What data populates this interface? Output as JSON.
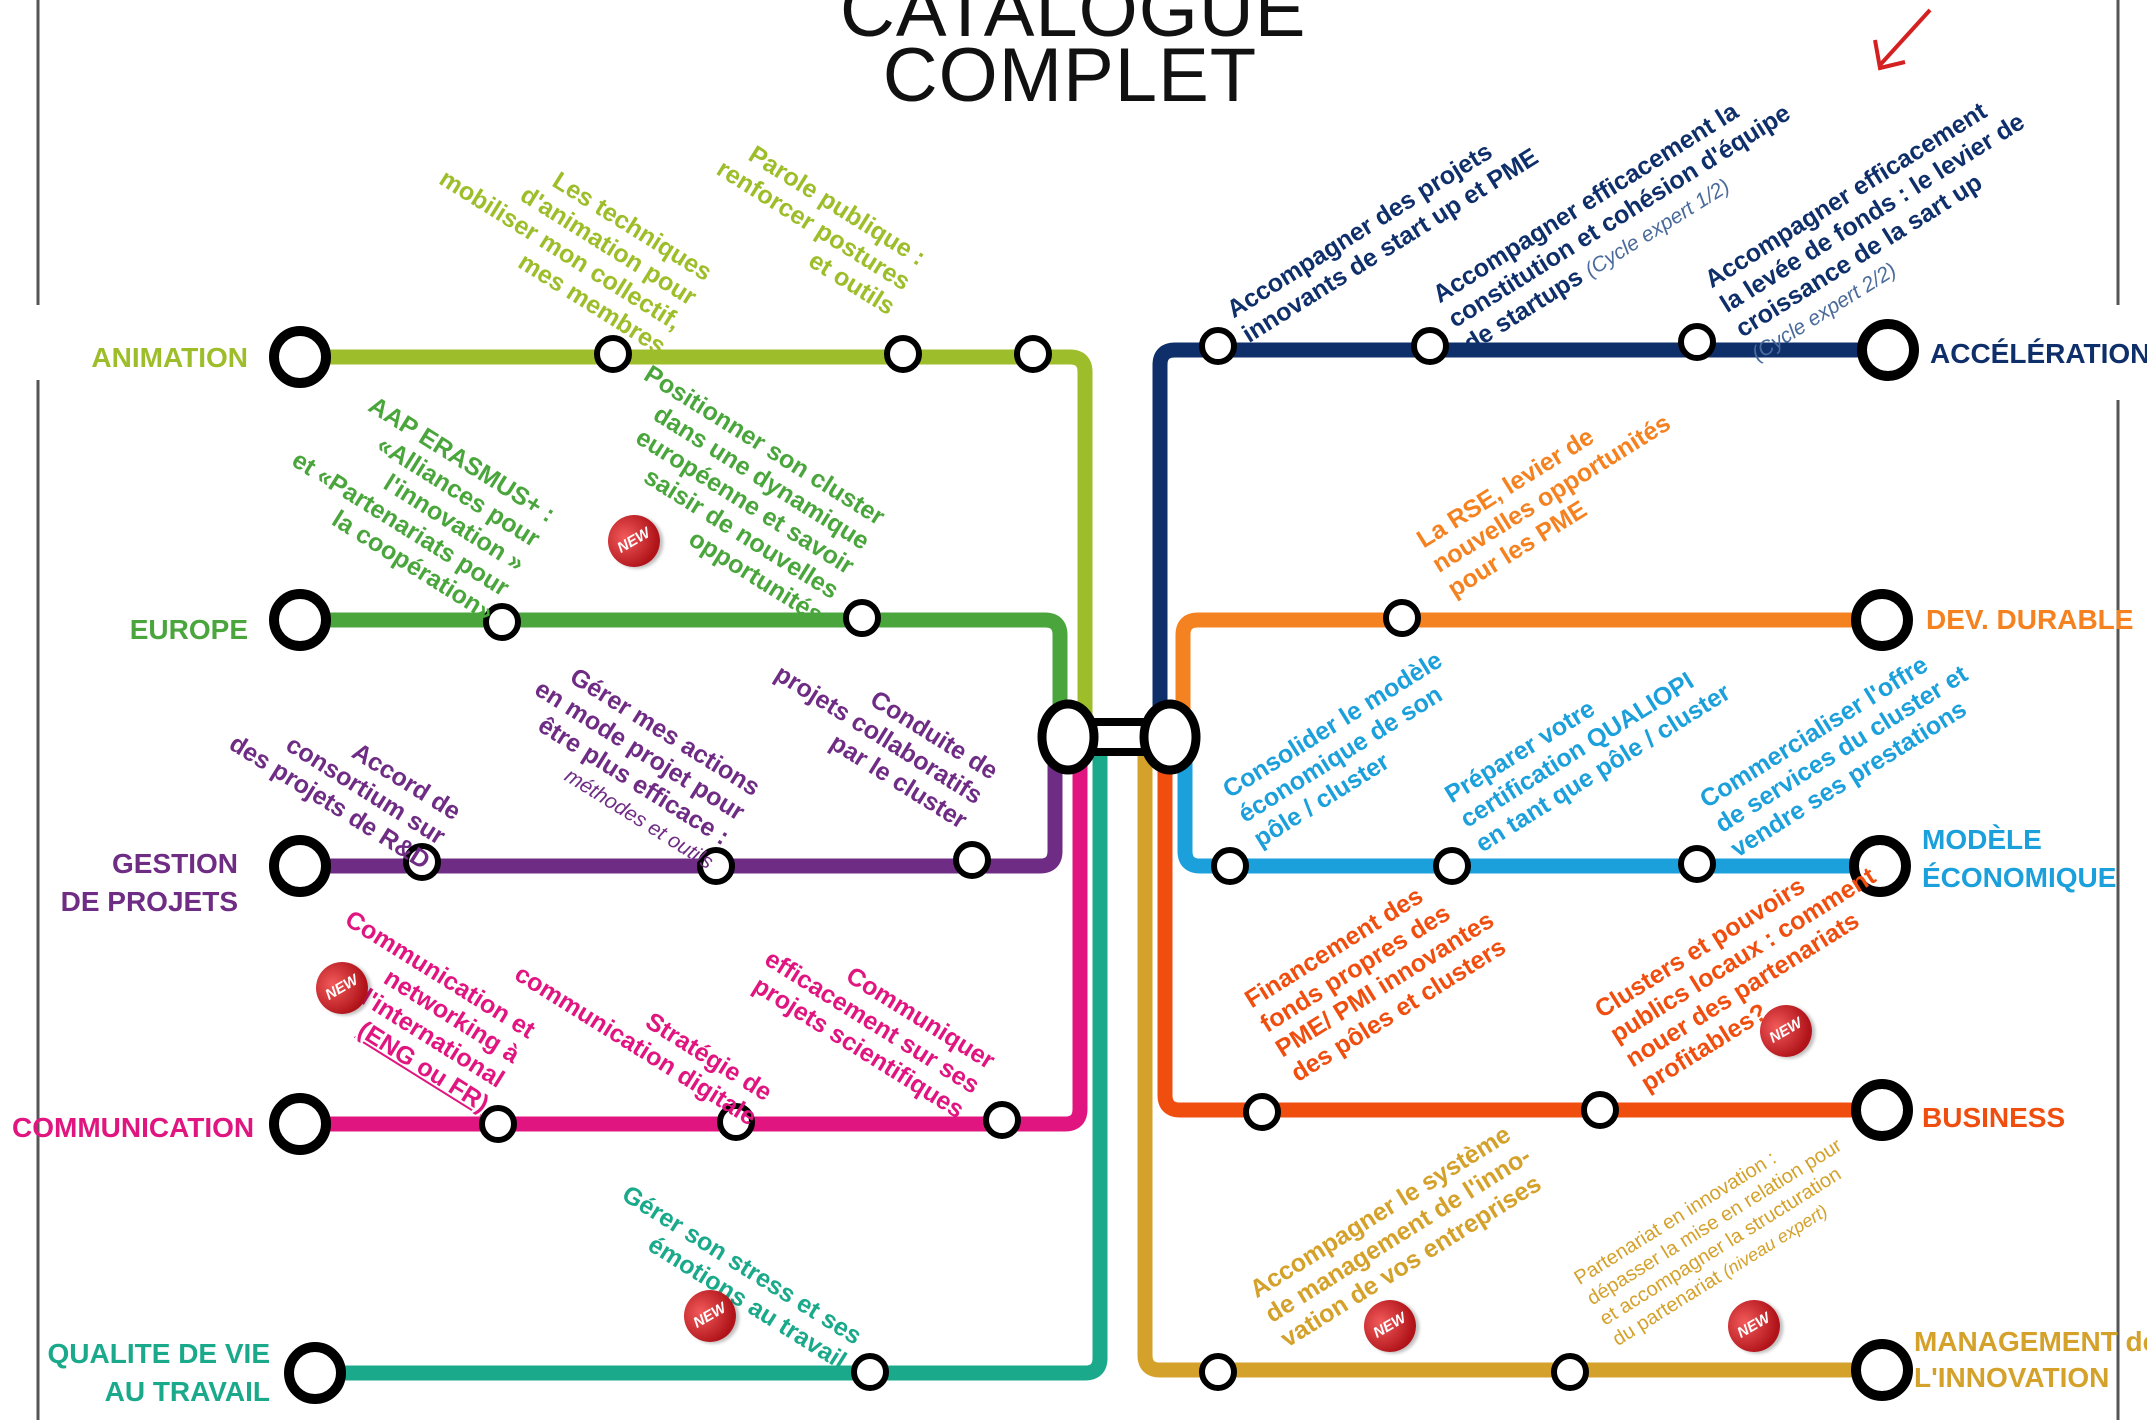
{
  "title": {
    "line1": "CATALOGUE",
    "line2": "COMPLET"
  },
  "lines": {
    "animation": {
      "label": "ANIMATION",
      "color": "#9dbe2a",
      "courses": [
        {
          "lines": [
            "Les techniques",
            "d'animation pour",
            "mobiliser mon collectif,",
            "mes membres"
          ]
        },
        {
          "lines": [
            "Parole publique :",
            "renforcer postures",
            "et outils"
          ]
        }
      ]
    },
    "europe": {
      "label": "EUROPE",
      "color": "#4aa63c",
      "courses": [
        {
          "lines": [
            "AAP ERASMUS+ :",
            "«Alliances pour",
            "l'innovation »",
            "et «Partenariats pour",
            "la coopération»"
          ]
        },
        {
          "lines": [
            "Positionner son cluster",
            "dans une dynamique",
            "européenne et savoir",
            "saisir de nouvelles",
            "opportunités"
          ],
          "new": "NEW"
        }
      ]
    },
    "gestion": {
      "label_line1": "GESTION",
      "label_line2": "DE PROJETS",
      "color": "#6f2c84",
      "courses": [
        {
          "lines": [
            "Accord de",
            "consortium sur",
            "des projets de R&D"
          ]
        },
        {
          "lines": [
            "Gérer mes actions",
            "en mode projet pour",
            "être plus efficace :"
          ],
          "sub": "méthodes et outils"
        },
        {
          "lines": [
            "Conduite de",
            "projets collaboratifs",
            "par le cluster"
          ]
        }
      ]
    },
    "communication": {
      "label": "COMMUNICATION",
      "color": "#e0157f",
      "courses": [
        {
          "lines": [
            "Communication et",
            "networking à",
            "l'international",
            "(ENG ou FR)"
          ],
          "new": "NEW"
        },
        {
          "lines": [
            "Stratégie de",
            "communication digitale"
          ]
        },
        {
          "lines": [
            "Communiquer",
            "efficacement sur ses",
            "projets scientifiques"
          ]
        }
      ]
    },
    "qvt": {
      "label_line1": "QUALITE DE VIE",
      "label_line2": "AU TRAVAIL",
      "color": "#1aa98a",
      "courses": [
        {
          "lines": [
            "Gérer son stress et ses",
            "émotions au travail"
          ],
          "new": "NEW"
        }
      ]
    },
    "acceleration": {
      "label": "ACCÉLÉRATION",
      "color": "#0f2f6b",
      "courses": [
        {
          "lines": [
            "Accompagner des projets",
            "innovants de start up et PME"
          ]
        },
        {
          "lines": [
            "Accompagner efficacement la",
            "constitution et cohésion d'équipe",
            "de startups"
          ],
          "sub": "(Cycle expert 1/2)"
        },
        {
          "lines": [
            "Accompagner efficacement",
            "la levée de fonds : le levier de",
            "croissance de la sart up"
          ],
          "sub": "(Cycle expert 2/2)"
        }
      ]
    },
    "devdurable": {
      "label": "DEV. DURABLE",
      "color": "#f58220",
      "courses": [
        {
          "lines": [
            "La RSE, levier de",
            "nouvelles opportunités",
            "pour les PME"
          ]
        }
      ]
    },
    "modele": {
      "label_line1": "MODÈLE",
      "label_line2": "ÉCONOMIQUE",
      "color": "#1ba0dc",
      "courses": [
        {
          "lines": [
            "Consolider le modèle",
            "économique de son",
            "pôle / cluster"
          ]
        },
        {
          "lines": [
            "Préparer votre",
            "certification QUALIOPI",
            "en tant que pôle / cluster"
          ]
        },
        {
          "lines": [
            "Commercialiser l'offre",
            "de services  du cluster et",
            "vendre ses prestations"
          ]
        }
      ]
    },
    "business": {
      "label": "BUSINESS",
      "color": "#f04e0f",
      "courses": [
        {
          "lines": [
            "Financement des",
            "fonds propres des",
            "PME/ PMI innovantes",
            "des pôles et clusters"
          ]
        },
        {
          "lines": [
            "Clusters et pouvoirs",
            "publics locaux : comment",
            "nouer des partenariats",
            "profitables?"
          ],
          "new": "NEW"
        }
      ]
    },
    "management": {
      "label_line1": "MANAGEMENT de",
      "label_line2": "L'INNOVATION",
      "color": "#d4a12a",
      "courses": [
        {
          "lines": [
            "Accompagner le système",
            "de management de l'inno-",
            "vation de vos entreprises"
          ],
          "new": "NEW"
        },
        {
          "lines": [
            "Partenariat en innovation :",
            "dépasser la mise en relation pour",
            "et accompagner la structuration",
            "du partenariat"
          ],
          "sub": "(niveau expert)",
          "new": "NEW"
        }
      ]
    }
  }
}
